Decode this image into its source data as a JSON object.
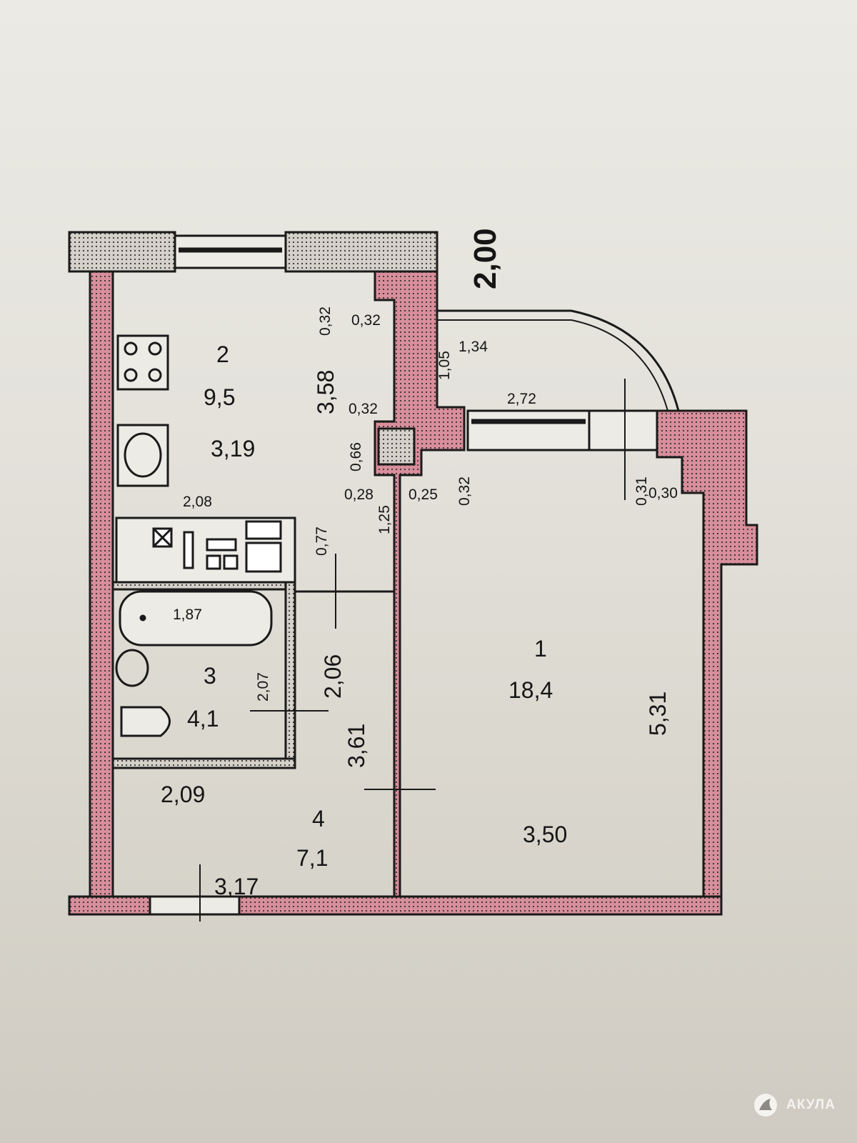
{
  "rooms": [
    {
      "number": "1",
      "area": "18,4"
    },
    {
      "number": "2",
      "area": "9,5"
    },
    {
      "number": "3",
      "area": "4,1"
    },
    {
      "number": "4",
      "area": "7,1"
    }
  ],
  "dimensions": [
    "2,00",
    "0,32",
    "0,32",
    "3,58",
    "0,32",
    "1,34",
    "1,05",
    "2,72",
    "3,19",
    "0,66",
    "0,28",
    "0,25",
    "0,32",
    "0,31",
    "0,30",
    "2,08",
    "1,25",
    "0,77",
    "1,87",
    "2,07",
    "2,06",
    "3,61",
    "5,31",
    "2,09",
    "3,17",
    "3,50"
  ],
  "watermark": {
    "text": "АКУЛА"
  },
  "colors": {
    "wall_red": "#d98a98",
    "wall_gray": "#cfccc4",
    "line": "#1a1a1a"
  }
}
